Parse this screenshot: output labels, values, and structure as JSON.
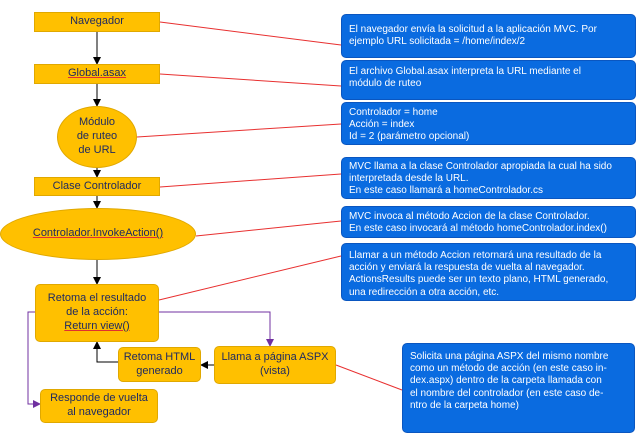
{
  "colors": {
    "node_fill": "#ffc000",
    "node_text": "#1f2a60",
    "note_fill": "#0a6be0",
    "note_text": "#ffffff",
    "callout_line": "#e83030",
    "arrow_black": "#000000",
    "arrow_purple": "#7030a0"
  },
  "flow": {
    "navegador": "Navegador",
    "global_asax": "Global.asax",
    "modulo_ruteo": [
      "Módulo",
      "de ruteo",
      "de URL"
    ],
    "clase_controlador": "Clase Controlador",
    "invoke_action": "Controlador.InvokeAction()",
    "retoma_resultado": [
      "Retoma el resultado",
      "de la acción:",
      "Return view()"
    ],
    "llama_pagina": [
      "Llama a página ASPX",
      "(vista)"
    ],
    "retoma_html": [
      "Retoma HTML",
      "generado"
    ],
    "responde": [
      "Responde de vuelta",
      "al navegador"
    ]
  },
  "notes": {
    "navegador": [
      "El navegador envía la solicitud a la aplicación MVC. Por",
      "ejemplo URL solicitada = /home/index/2"
    ],
    "global_asax": [
      "El archivo Global.asax interpreta la URL mediante el",
      "módulo de ruteo"
    ],
    "ruteo": [
      "Controlador = home",
      "Acción = index",
      "Id = 2 (parámetro opcional)"
    ],
    "clase": [
      "MVC llama a la clase Controlador apropiada la cual ha sido",
      "interpretada desde la URL.",
      "En este caso llamará a homeControlador.cs"
    ],
    "invoke": [
      "MVC invoca al método Accion de la clase Controlador.",
      "En este caso invocará al método homeControlador.index()"
    ],
    "retoma": [
      "Llamar a un método Accion retornará una resultado de la",
      "acción y enviará la respuesta de vuelta al navegador.",
      "ActionsResults puede ser un texto plano, HTML generado,",
      "una redirección a otra acción, etc."
    ],
    "aspx": [
      "Solicita una página ASPX del mismo nombre",
      "como un método de acción (en este caso in-",
      "dex.aspx) dentro de la carpeta llamada con",
      "el nombre del controlador (en este caso de-",
      "ntro de la carpeta home)"
    ]
  }
}
